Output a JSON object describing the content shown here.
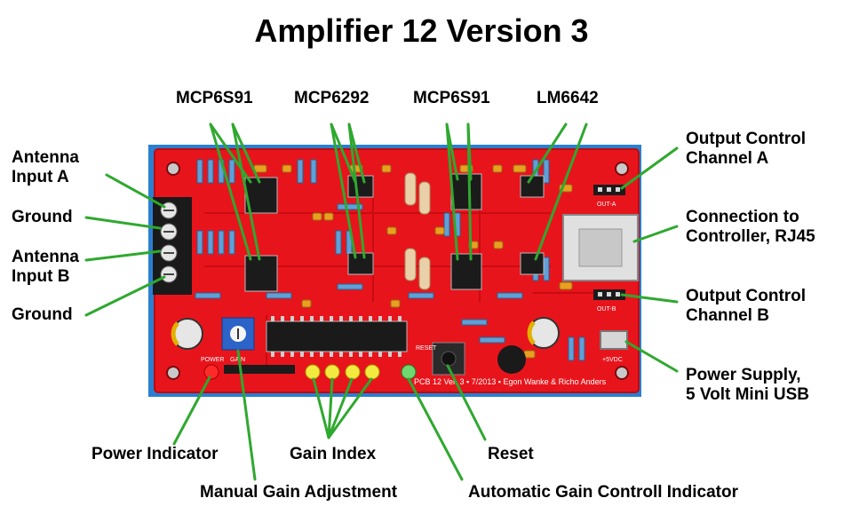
{
  "title": "Amplifier 12 Version 3",
  "chips": {
    "mcp6s91_left": "MCP6S91",
    "mcp6292": "MCP6292",
    "mcp6s91_right": "MCP6S91",
    "lm6642": "LM6642"
  },
  "left_labels": {
    "antenna_a": [
      "Antenna",
      "Input A"
    ],
    "ground_1": "Ground",
    "antenna_b": [
      "Antenna",
      "Input B"
    ],
    "ground_2": "Ground"
  },
  "right_labels": {
    "output_a": [
      "Output Control",
      "Channel A"
    ],
    "rj45": [
      "Connection to",
      "Controller, RJ45"
    ],
    "output_b": [
      "Output Control",
      "Channel B"
    ],
    "power_supply": [
      "Power Supply,",
      "5 Volt Mini USB"
    ]
  },
  "bottom_labels": {
    "power_indicator": "Power Indicator",
    "gain_index": "Gain Index",
    "reset": "Reset",
    "manual_gain": "Manual Gain Adjustment",
    "agc_indicator": "Automatic Gain Controll Indicator"
  },
  "silkscreen": {
    "pcb_text": "PCB 12 Ver. 3 ▪ 7/2013 ▪ Egon Wanke & Richo Anders",
    "power": "POWER",
    "gain": "GAIN",
    "reset": "RESET",
    "out_a": "OUT-A",
    "out_b": "OUT-B",
    "usb": "+5VDC"
  },
  "colors": {
    "pcb": "#e8141c",
    "pcb_border": "#2a7fd1",
    "leader": "#2fa82f"
  }
}
